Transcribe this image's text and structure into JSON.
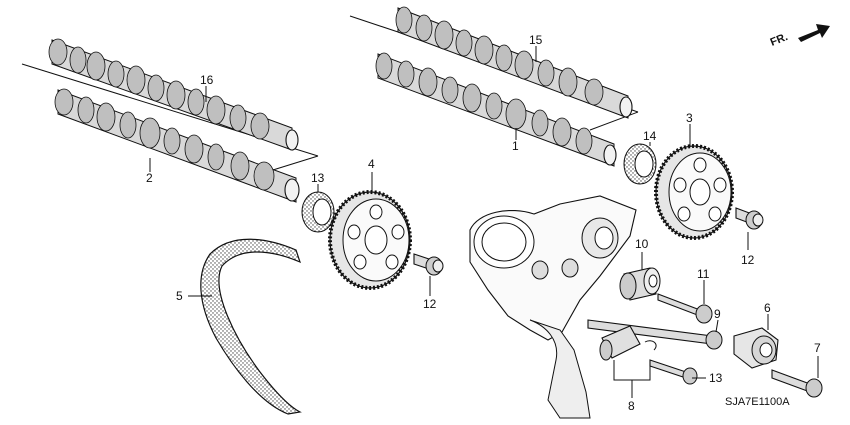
{
  "diagram": {
    "code": "SJA7E1100A",
    "direction_label": "FR.",
    "callouts": [
      {
        "id": "c1",
        "label": "1"
      },
      {
        "id": "c2",
        "label": "2"
      },
      {
        "id": "c3",
        "label": "3"
      },
      {
        "id": "c4",
        "label": "4"
      },
      {
        "id": "c5",
        "label": "5"
      },
      {
        "id": "c6",
        "label": "6"
      },
      {
        "id": "c7",
        "label": "7"
      },
      {
        "id": "c8",
        "label": "8"
      },
      {
        "id": "c9",
        "label": "9"
      },
      {
        "id": "c10",
        "label": "10"
      },
      {
        "id": "c11",
        "label": "11"
      },
      {
        "id": "c12a",
        "label": "12"
      },
      {
        "id": "c12b",
        "label": "12"
      },
      {
        "id": "c13a",
        "label": "13"
      },
      {
        "id": "c13b",
        "label": "13"
      },
      {
        "id": "c14",
        "label": "14"
      },
      {
        "id": "c15",
        "label": "15"
      },
      {
        "id": "c16",
        "label": "16"
      }
    ]
  }
}
